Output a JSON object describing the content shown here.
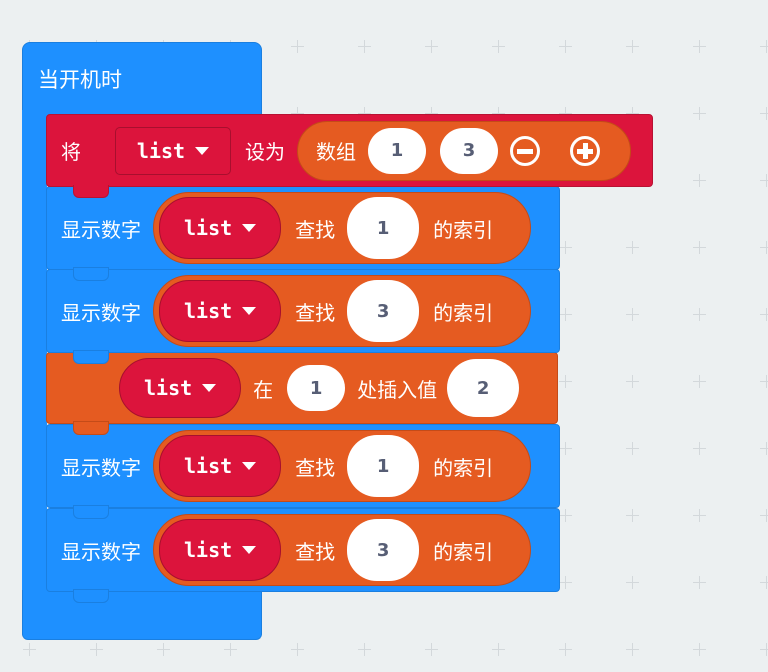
{
  "hat": {
    "label": "当开机时"
  },
  "set_block": {
    "label_set": "将",
    "variable": "list",
    "label_to": "设为",
    "array_label": "数组",
    "values": [
      "1",
      "3"
    ]
  },
  "blocks": [
    {
      "type": "show",
      "label": "显示数字",
      "variable": "list",
      "find": "查找",
      "value": "1",
      "suffix": "的索引"
    },
    {
      "type": "show",
      "label": "显示数字",
      "variable": "list",
      "find": "查找",
      "value": "3",
      "suffix": "的索引"
    },
    {
      "type": "insert",
      "variable": "list",
      "at": "在",
      "index": "1",
      "insert": "处插入值",
      "value": "2"
    },
    {
      "type": "show",
      "label": "显示数字",
      "variable": "list",
      "find": "查找",
      "value": "1",
      "suffix": "的索引"
    },
    {
      "type": "show",
      "label": "显示数字",
      "variable": "list",
      "find": "查找",
      "value": "3",
      "suffix": "的索引"
    }
  ],
  "colors": {
    "loops": "#1e90ff",
    "variables": "#dc143c",
    "arrays": "#e55b21",
    "background": "#ecf0f1"
  }
}
